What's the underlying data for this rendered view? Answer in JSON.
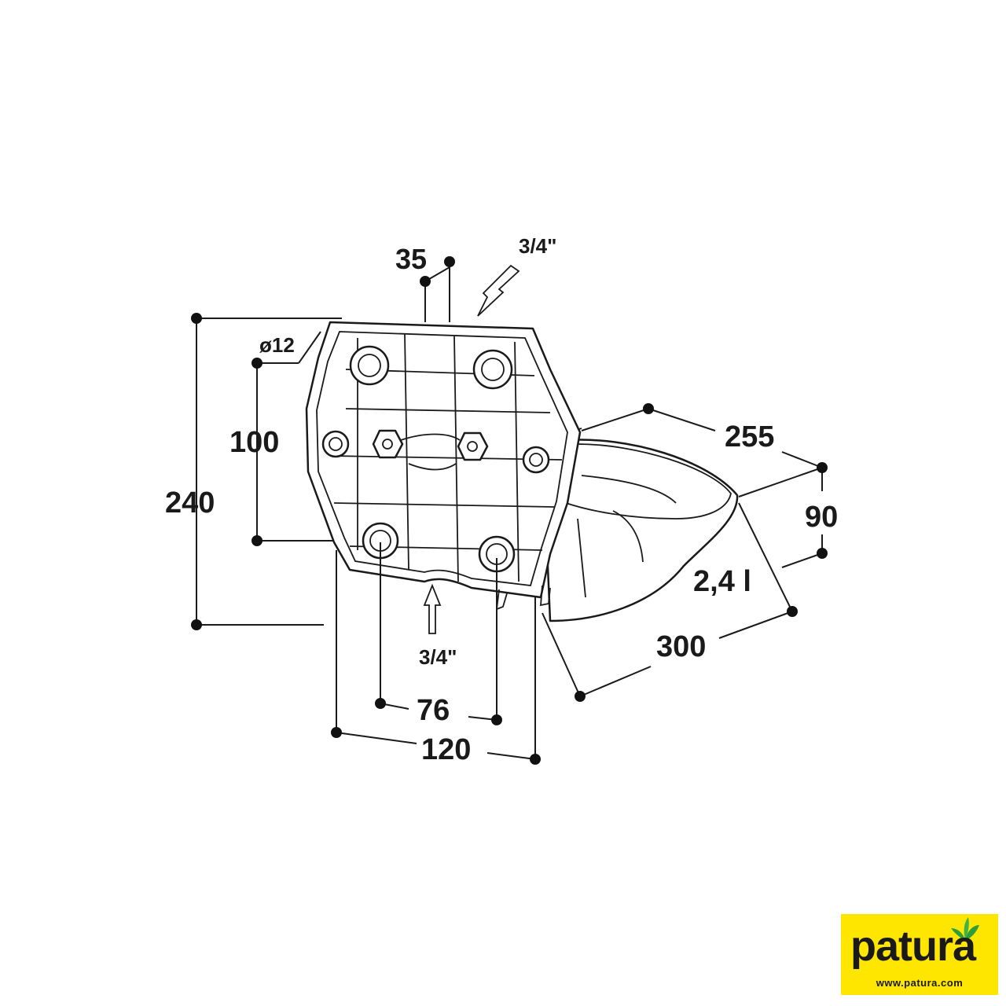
{
  "dimensions": {
    "height_total": "240",
    "hole_diameter": "ø12",
    "hole_spacing_vertical": "100",
    "top_offset": "35",
    "thread_top": "3/4\"",
    "thread_bottom": "3/4\"",
    "bowl_depth": "255",
    "bowl_height": "90",
    "volume": "2,4 l",
    "bowl_width": "300",
    "hole_spacing_horizontal": "76",
    "plate_width": "120"
  },
  "logo": {
    "brand": "patura",
    "url": "www.patura.com",
    "background_color": "#ffe600",
    "leaf_color": "#2e9e3a"
  }
}
